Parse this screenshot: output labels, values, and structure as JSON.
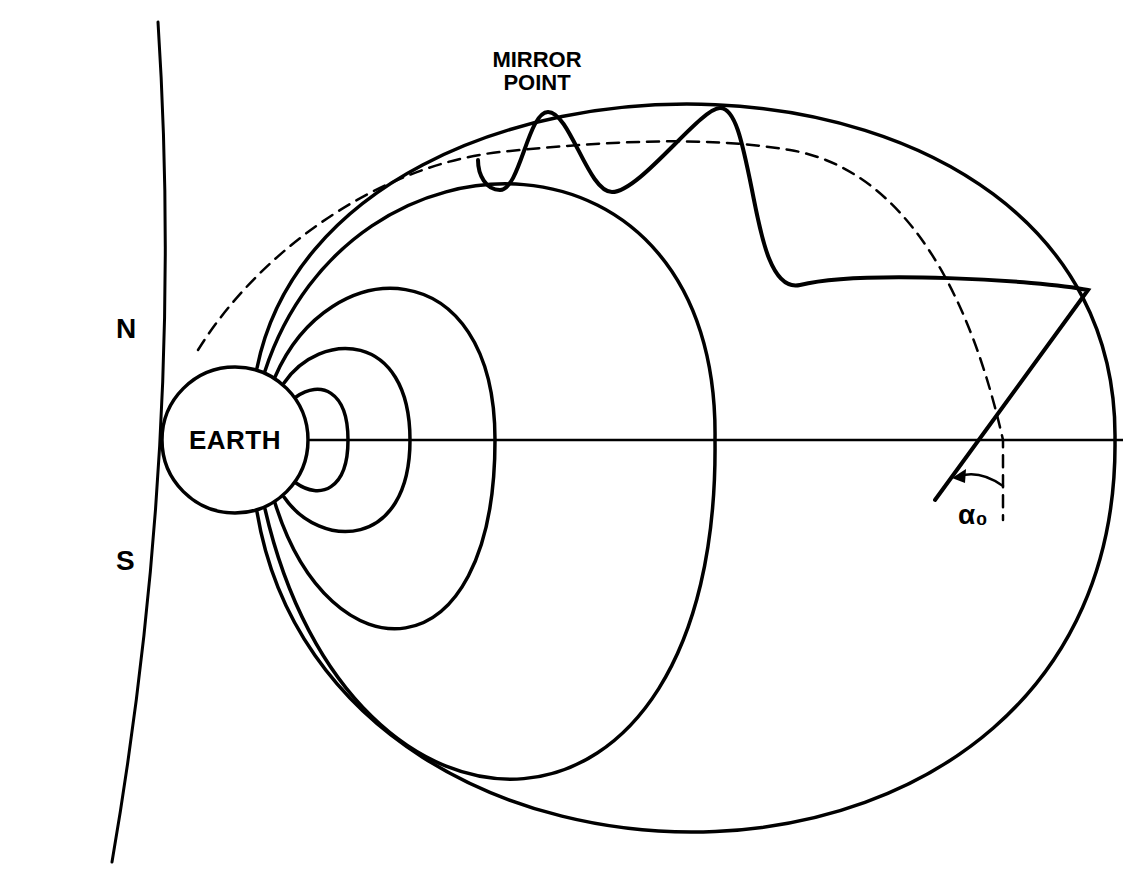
{
  "diagram": {
    "nodes": [
      {
        "text": [
          "EARTH"
        ]
      }
    ],
    "labels": [
      "MIRROR POINT",
      "N",
      "S",
      "α₀"
    ]
  }
}
